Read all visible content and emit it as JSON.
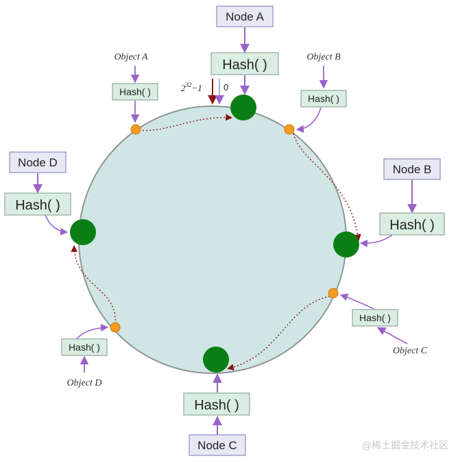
{
  "nodes": {
    "a": {
      "label": "Node A",
      "hash": "Hash( )"
    },
    "b": {
      "label": "Node B",
      "hash": "Hash( )"
    },
    "c": {
      "label": "Node C",
      "hash": "Hash( )"
    },
    "d": {
      "label": "Node D",
      "hash": "Hash( )"
    }
  },
  "objects": {
    "a": {
      "label": "Object A",
      "hash": "Hash( )"
    },
    "b": {
      "label": "Object B",
      "hash": "Hash( )"
    },
    "c": {
      "label": "Object C",
      "hash": "Hash( )"
    },
    "d": {
      "label": "Object D",
      "hash": "Hash( )"
    }
  },
  "ring": {
    "max_base": "2",
    "max_exp": "32",
    "max_suffix": "−1",
    "zero": "0"
  },
  "watermark": "@稀土掘金技术社区",
  "colors": {
    "ring_fill": "#cfe6e4",
    "ring_stroke": "#8e9595",
    "node_dot": "#0b7f16",
    "object_dot": "#f59b22",
    "node_box": "#e8e8f4",
    "node_box_border": "#8b8cc0",
    "hash_box": "#daede3",
    "hash_box_border": "#8fa79b",
    "arrow": "#9a63c9",
    "path": "#8b1414"
  }
}
